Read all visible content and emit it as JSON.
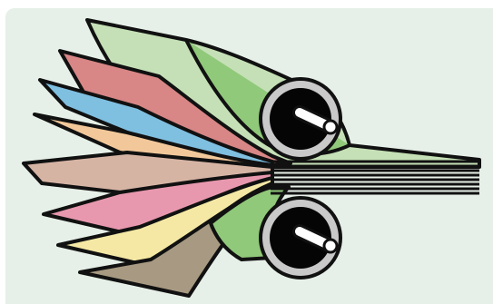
{
  "illustration": {
    "subject": "sheets-through-rollers",
    "colors": {
      "panel_bg": "#e6f0e8",
      "outline": "#111111",
      "green_light": "#c5e0b6",
      "green_mid": "#90c97a",
      "red": "#d88686",
      "blue": "#7fbfe0",
      "peach": "#f2c89a",
      "tan": "#d6b4a4",
      "pink": "#e898ae",
      "yellow": "#f4e8a4",
      "taupe": "#a89a82",
      "roller_ring": "#c9c9c9",
      "roller_core": "#050505",
      "axle": "#ffffff"
    },
    "sheet_order": [
      "green-light",
      "red",
      "blue",
      "peach",
      "tan",
      "pink",
      "yellow",
      "taupe",
      "green-mid"
    ],
    "roller_count": 2
  }
}
